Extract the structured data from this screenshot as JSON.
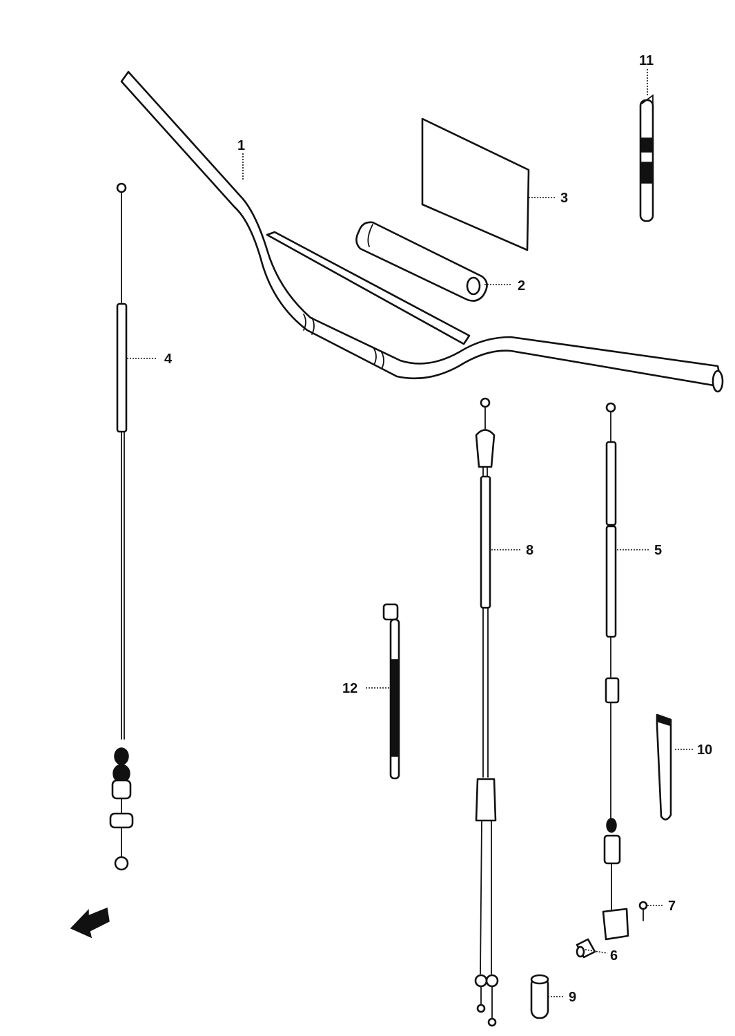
{
  "diagram": {
    "callouts": [
      {
        "id": "1",
        "label": "1"
      },
      {
        "id": "2",
        "label": "2"
      },
      {
        "id": "3",
        "label": "3"
      },
      {
        "id": "4",
        "label": "4"
      },
      {
        "id": "5",
        "label": "5"
      },
      {
        "id": "6",
        "label": "6"
      },
      {
        "id": "7",
        "label": "7"
      },
      {
        "id": "8",
        "label": "8"
      },
      {
        "id": "9",
        "label": "9"
      },
      {
        "id": "10",
        "label": "10"
      },
      {
        "id": "11",
        "label": "11"
      },
      {
        "id": "12",
        "label": "12"
      }
    ],
    "parts": [
      {
        "callout": "1",
        "icon": "handlebar-icon"
      },
      {
        "callout": "2",
        "icon": "handlebar-pad-icon"
      },
      {
        "callout": "3",
        "icon": "number-plate-sheet-icon"
      },
      {
        "callout": "4",
        "icon": "throttle-cable-icon"
      },
      {
        "callout": "5",
        "icon": "brake-cable-icon"
      },
      {
        "callout": "6",
        "icon": "pin-icon"
      },
      {
        "callout": "7",
        "icon": "clip-icon"
      },
      {
        "callout": "8",
        "icon": "clutch-cable-icon"
      },
      {
        "callout": "9",
        "icon": "boot-sleeve-icon"
      },
      {
        "callout": "10",
        "icon": "cable-clamp-icon"
      },
      {
        "callout": "11",
        "icon": "cable-band-icon"
      },
      {
        "callout": "12",
        "icon": "cable-tie-icon"
      }
    ],
    "front_arrow_icon": "front-direction-arrow-icon"
  }
}
